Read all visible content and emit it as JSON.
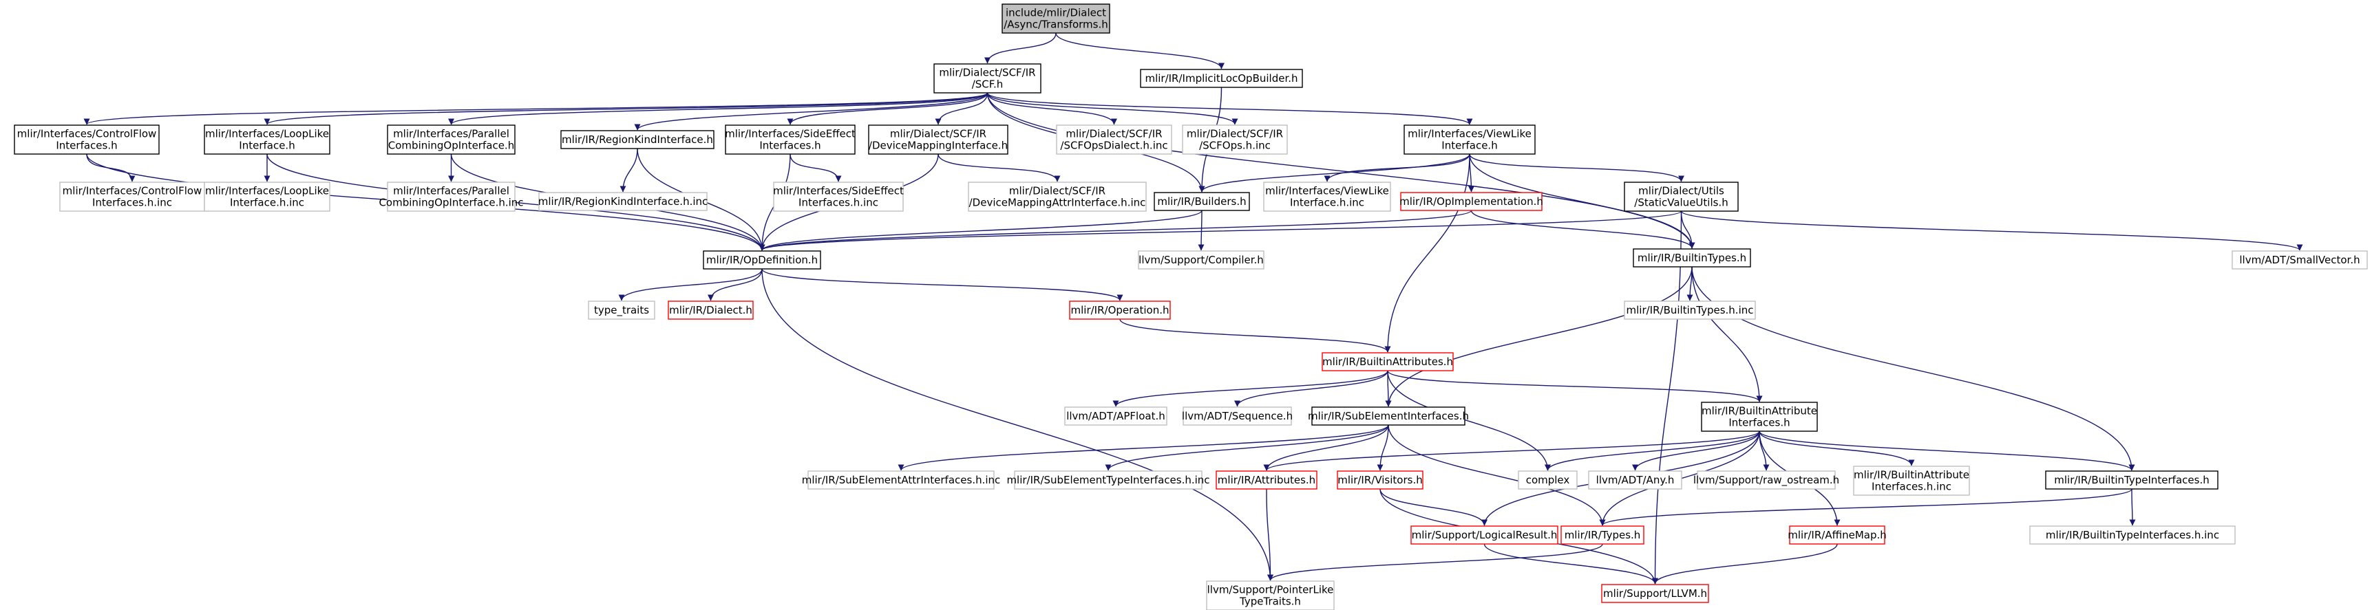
{
  "colors": {
    "edge": "#191970",
    "root_fill": "#bfbfbf",
    "normal_border": "#000000",
    "external_border": "#bfbfbf",
    "red_border": "#ff0000",
    "normal_text": "#000000",
    "external_text": "#555555"
  },
  "nodes": [
    {
      "id": "root",
      "lines": [
        "include/mlir/Dialect",
        "/Async/Transforms.h"
      ],
      "style": "root"
    },
    {
      "id": "scf",
      "lines": [
        "mlir/Dialect/SCF/IR",
        "/SCF.h"
      ],
      "style": "normal"
    },
    {
      "id": "implicit",
      "lines": [
        "mlir/IR/ImplicitLocOpBuilder.h"
      ],
      "style": "normal"
    },
    {
      "id": "controlflow",
      "lines": [
        "mlir/Interfaces/ControlFlow",
        "Interfaces.h"
      ],
      "style": "normal"
    },
    {
      "id": "looplike",
      "lines": [
        "mlir/Interfaces/LoopLike",
        "Interface.h"
      ],
      "style": "normal"
    },
    {
      "id": "parallel",
      "lines": [
        "mlir/Interfaces/Parallel",
        "CombiningOpInterface.h"
      ],
      "style": "normal"
    },
    {
      "id": "regionkind",
      "lines": [
        "mlir/IR/RegionKindInterface.h"
      ],
      "style": "normal"
    },
    {
      "id": "sideeffect",
      "lines": [
        "mlir/Interfaces/SideEffect",
        "Interfaces.h"
      ],
      "style": "normal"
    },
    {
      "id": "devicemap",
      "lines": [
        "mlir/Dialect/SCF/IR",
        "/DeviceMappingInterface.h"
      ],
      "style": "normal"
    },
    {
      "id": "scfdialectinc",
      "lines": [
        "mlir/Dialect/SCF/IR",
        "/SCFOpsDialect.h.inc"
      ],
      "style": "external"
    },
    {
      "id": "scfopsinc",
      "lines": [
        "mlir/Dialect/SCF/IR",
        "/SCFOps.h.inc"
      ],
      "style": "external"
    },
    {
      "id": "viewlike",
      "lines": [
        "mlir/Interfaces/ViewLike",
        "Interface.h"
      ],
      "style": "normal"
    },
    {
      "id": "cfinc",
      "lines": [
        "mlir/Interfaces/ControlFlow",
        "Interfaces.h.inc"
      ],
      "style": "external"
    },
    {
      "id": "llinc",
      "lines": [
        "mlir/Interfaces/LoopLike",
        "Interface.h.inc"
      ],
      "style": "external"
    },
    {
      "id": "pcinc",
      "lines": [
        "mlir/Interfaces/Parallel",
        "CombiningOpInterface.h.inc"
      ],
      "style": "external"
    },
    {
      "id": "rkinc",
      "lines": [
        "mlir/IR/RegionKindInterface.h.inc"
      ],
      "style": "external"
    },
    {
      "id": "seinc",
      "lines": [
        "mlir/Interfaces/SideEffect",
        "Interfaces.h.inc"
      ],
      "style": "external"
    },
    {
      "id": "dminc",
      "lines": [
        "mlir/Dialect/SCF/IR",
        "/DeviceMappingAttrInterface.h.inc"
      ],
      "style": "external"
    },
    {
      "id": "builders",
      "lines": [
        "mlir/IR/Builders.h"
      ],
      "style": "normal"
    },
    {
      "id": "vlinc",
      "lines": [
        "mlir/Interfaces/ViewLike",
        "Interface.h.inc"
      ],
      "style": "external"
    },
    {
      "id": "opimpl",
      "lines": [
        "mlir/IR/OpImplementation.h"
      ],
      "style": "red"
    },
    {
      "id": "staticvalue",
      "lines": [
        "mlir/Dialect/Utils",
        "/StaticValueUtils.h"
      ],
      "style": "normal"
    },
    {
      "id": "smallvector",
      "lines": [
        "llvm/ADT/SmallVector.h"
      ],
      "style": "external"
    },
    {
      "id": "opdef",
      "lines": [
        "mlir/IR/OpDefinition.h"
      ],
      "style": "normal"
    },
    {
      "id": "compiler",
      "lines": [
        "llvm/Support/Compiler.h"
      ],
      "style": "external"
    },
    {
      "id": "builtintypes",
      "lines": [
        "mlir/IR/BuiltinTypes.h"
      ],
      "style": "normal"
    },
    {
      "id": "typetraits",
      "lines": [
        "type_traits"
      ],
      "style": "external"
    },
    {
      "id": "dialect",
      "lines": [
        "mlir/IR/Dialect.h"
      ],
      "style": "red"
    },
    {
      "id": "operation",
      "lines": [
        "mlir/IR/Operation.h"
      ],
      "style": "red"
    },
    {
      "id": "btinc",
      "lines": [
        "mlir/IR/BuiltinTypes.h.inc"
      ],
      "style": "external"
    },
    {
      "id": "builtinattrs",
      "lines": [
        "mlir/IR/BuiltinAttributes.h"
      ],
      "style": "red"
    },
    {
      "id": "apfloat",
      "lines": [
        "llvm/ADT/APFloat.h"
      ],
      "style": "external"
    },
    {
      "id": "sequence",
      "lines": [
        "llvm/ADT/Sequence.h"
      ],
      "style": "external"
    },
    {
      "id": "subelem",
      "lines": [
        "mlir/IR/SubElementInterfaces.h"
      ],
      "style": "normal"
    },
    {
      "id": "builtinattrif",
      "lines": [
        "mlir/IR/BuiltinAttribute",
        "Interfaces.h"
      ],
      "style": "normal"
    },
    {
      "id": "seattrinc",
      "lines": [
        "mlir/IR/SubElementAttrInterfaces.h.inc"
      ],
      "style": "external"
    },
    {
      "id": "setypeinc",
      "lines": [
        "mlir/IR/SubElementTypeInterfaces.h.inc"
      ],
      "style": "external"
    },
    {
      "id": "attributes",
      "lines": [
        "mlir/IR/Attributes.h"
      ],
      "style": "red"
    },
    {
      "id": "visitors",
      "lines": [
        "mlir/IR/Visitors.h"
      ],
      "style": "red"
    },
    {
      "id": "complex",
      "lines": [
        "complex"
      ],
      "style": "external"
    },
    {
      "id": "any",
      "lines": [
        "llvm/ADT/Any.h"
      ],
      "style": "external"
    },
    {
      "id": "rawostream",
      "lines": [
        "llvm/Support/raw_ostream.h"
      ],
      "style": "external"
    },
    {
      "id": "baifinc",
      "lines": [
        "mlir/IR/BuiltinAttribute",
        "Interfaces.h.inc"
      ],
      "style": "external"
    },
    {
      "id": "builtintypeif",
      "lines": [
        "mlir/IR/BuiltinTypeInterfaces.h"
      ],
      "style": "normal"
    },
    {
      "id": "logicalresult",
      "lines": [
        "mlir/Support/LogicalResult.h"
      ],
      "style": "red"
    },
    {
      "id": "types",
      "lines": [
        "mlir/IR/Types.h"
      ],
      "style": "red"
    },
    {
      "id": "affinemap",
      "lines": [
        "mlir/IR/AffineMap.h"
      ],
      "style": "red"
    },
    {
      "id": "btifinc",
      "lines": [
        "mlir/IR/BuiltinTypeInterfaces.h.inc"
      ],
      "style": "external"
    },
    {
      "id": "pointerlike",
      "lines": [
        "llvm/Support/PointerLike",
        "TypeTraits.h"
      ],
      "style": "external"
    },
    {
      "id": "llvmh",
      "lines": [
        "mlir/Support/LLVM.h"
      ],
      "style": "red"
    }
  ],
  "edges": [
    [
      "root",
      "scf"
    ],
    [
      "root",
      "implicit"
    ],
    [
      "scf",
      "controlflow"
    ],
    [
      "scf",
      "looplike"
    ],
    [
      "scf",
      "parallel"
    ],
    [
      "scf",
      "regionkind"
    ],
    [
      "scf",
      "sideeffect"
    ],
    [
      "scf",
      "devicemap"
    ],
    [
      "scf",
      "scfdialectinc"
    ],
    [
      "scf",
      "scfopsinc"
    ],
    [
      "scf",
      "viewlike"
    ],
    [
      "scf",
      "builders"
    ],
    [
      "scf",
      "builtintypes"
    ],
    [
      "implicit",
      "builders"
    ],
    [
      "controlflow",
      "cfinc"
    ],
    [
      "controlflow",
      "opdef"
    ],
    [
      "looplike",
      "llinc"
    ],
    [
      "looplike",
      "opdef"
    ],
    [
      "parallel",
      "pcinc"
    ],
    [
      "parallel",
      "opdef"
    ],
    [
      "regionkind",
      "rkinc"
    ],
    [
      "regionkind",
      "opdef"
    ],
    [
      "sideeffect",
      "seinc"
    ],
    [
      "sideeffect",
      "opdef"
    ],
    [
      "devicemap",
      "dminc"
    ],
    [
      "devicemap",
      "opdef"
    ],
    [
      "viewlike",
      "builders"
    ],
    [
      "viewlike",
      "vlinc"
    ],
    [
      "viewlike",
      "opimpl"
    ],
    [
      "viewlike",
      "staticvalue"
    ],
    [
      "viewlike",
      "builtintypes"
    ],
    [
      "viewlike",
      "builtinattrs"
    ],
    [
      "builders",
      "opdef"
    ],
    [
      "builders",
      "compiler"
    ],
    [
      "opimpl",
      "opdef"
    ],
    [
      "opimpl",
      "builtintypes"
    ],
    [
      "staticvalue",
      "opdef"
    ],
    [
      "staticvalue",
      "builtintypes"
    ],
    [
      "staticvalue",
      "smallvector"
    ],
    [
      "staticvalue",
      "llvmh"
    ],
    [
      "opdef",
      "typetraits"
    ],
    [
      "opdef",
      "dialect"
    ],
    [
      "opdef",
      "operation"
    ],
    [
      "opdef",
      "pointerlike"
    ],
    [
      "operation",
      "builtinattrs"
    ],
    [
      "builtintypes",
      "btinc"
    ],
    [
      "builtintypes",
      "subelem"
    ],
    [
      "builtintypes",
      "builtinattrif"
    ],
    [
      "builtintypes",
      "builtintypeif"
    ],
    [
      "builtinattrs",
      "apfloat"
    ],
    [
      "builtinattrs",
      "sequence"
    ],
    [
      "builtinattrs",
      "subelem"
    ],
    [
      "builtinattrs",
      "builtinattrif"
    ],
    [
      "builtinattrs",
      "complex"
    ],
    [
      "subelem",
      "seattrinc"
    ],
    [
      "subelem",
      "setypeinc"
    ],
    [
      "subelem",
      "attributes"
    ],
    [
      "subelem",
      "visitors"
    ],
    [
      "subelem",
      "types"
    ],
    [
      "builtinattrif",
      "attributes"
    ],
    [
      "builtinattrif",
      "complex"
    ],
    [
      "builtinattrif",
      "any"
    ],
    [
      "builtinattrif",
      "rawostream"
    ],
    [
      "builtinattrif",
      "baifinc"
    ],
    [
      "builtinattrif",
      "builtintypeif"
    ],
    [
      "builtinattrif",
      "logicalresult"
    ],
    [
      "builtinattrif",
      "types"
    ],
    [
      "builtinattrif",
      "affinemap"
    ],
    [
      "attributes",
      "pointerlike"
    ],
    [
      "visitors",
      "logicalresult"
    ],
    [
      "visitors",
      "llvmh"
    ],
    [
      "builtintypeif",
      "types"
    ],
    [
      "builtintypeif",
      "btifinc"
    ],
    [
      "types",
      "pointerlike"
    ],
    [
      "logicalresult",
      "llvmh"
    ],
    [
      "affinemap",
      "llvmh"
    ]
  ]
}
